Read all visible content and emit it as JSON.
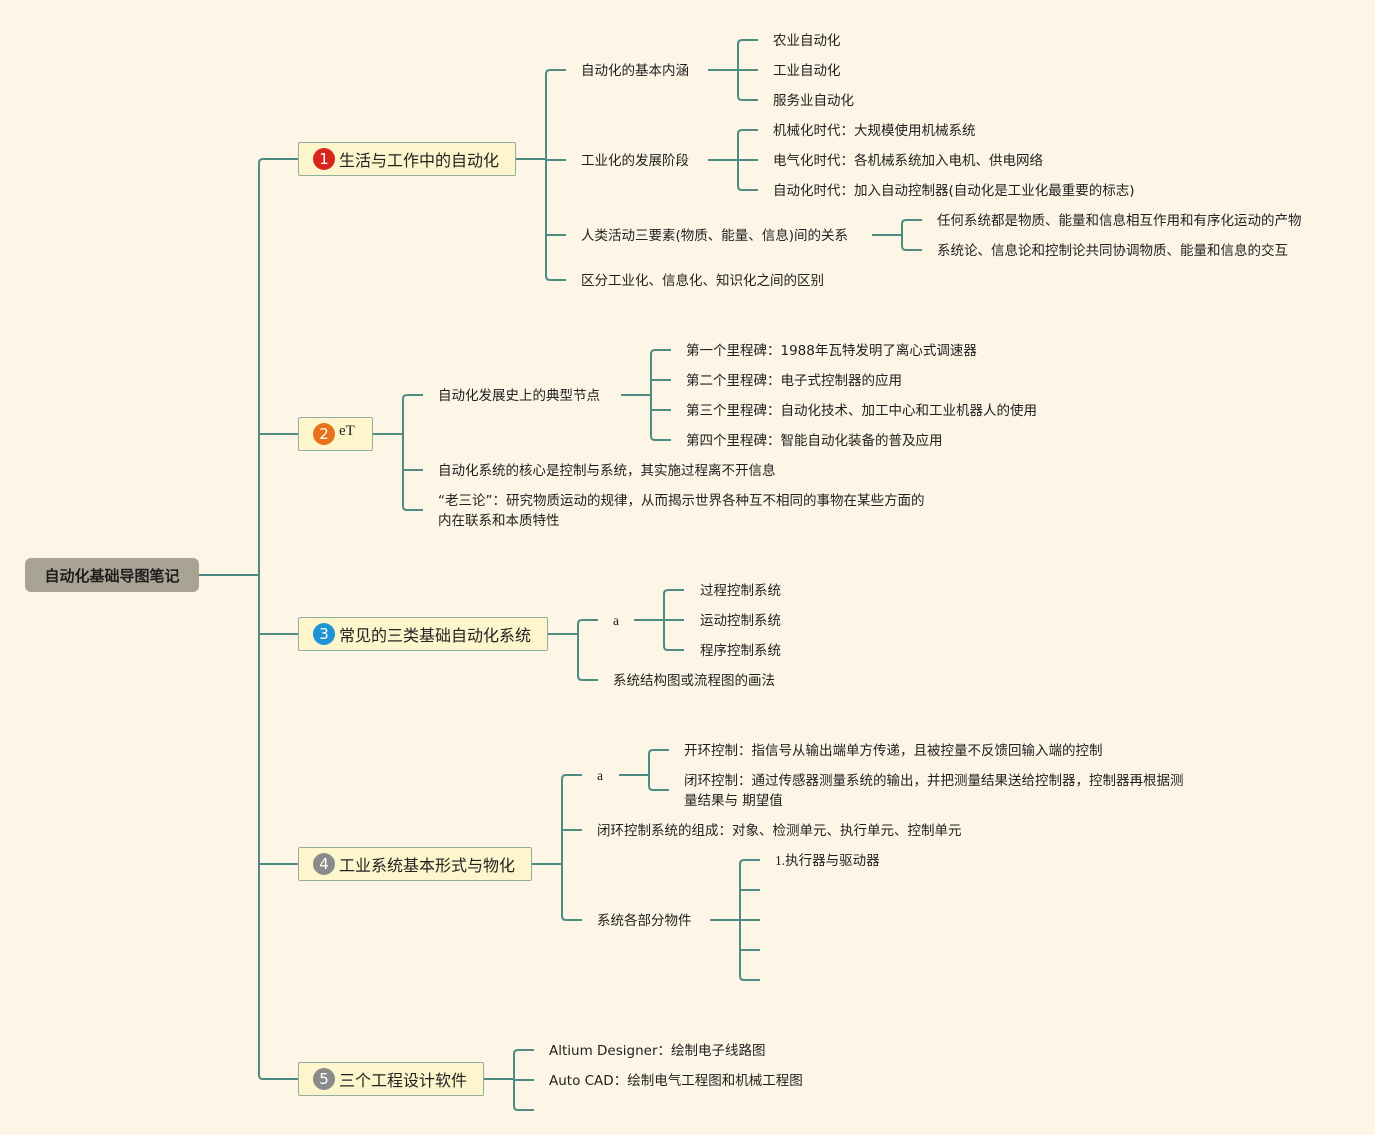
{
  "root": "自动化基础导图笔记",
  "colors": {
    "background": "#fdf5e6",
    "line": "#4d8c80",
    "root_fill": "#a9a394",
    "branch_fill": "#fdf5cc",
    "badge1": "#d9261c",
    "badge2": "#e8711c",
    "badge3": "#1e94d6",
    "badge4": "#8a8a8a",
    "badge5": "#8a8a8a"
  },
  "branches": [
    {
      "num": "1",
      "label": "生活与工作中的自动化",
      "children": [
        {
          "label": "自动化的基本内涵",
          "children": [
            "农业自动化",
            "工业自动化",
            "服务业自动化"
          ]
        },
        {
          "label": "工业化的发展阶段",
          "children": [
            "机械化时代：大规模使用机械系统",
            "电气化时代：各机械系统加入电机、供电网络",
            "自动化时代：加入自动控制器(自动化是工业化最重要的标志)"
          ]
        },
        {
          "label": "人类活动三要素(物质、能量、信息)间的关系",
          "children": [
            "任何系统都是物质、能量和信息相互作用和有序化运动的产物",
            "系统论、信息论和控制论共同协调物质、能量和信息的交互"
          ]
        },
        {
          "label": "区分工业化、信息化、知识化之间的区别"
        }
      ]
    },
    {
      "num": "2",
      "label": "eT",
      "children": [
        {
          "label": "自动化发展史上的典型节点",
          "children": [
            "第一个里程碑：1988年瓦特发明了离心式调速器",
            "第二个里程碑：电子式控制器的应用",
            "第三个里程碑：自动化技术、加工中心和工业机器人的使用",
            "第四个里程碑：智能自动化装备的普及应用"
          ]
        },
        {
          "label": "自动化系统的核心是控制与系统，其实施过程离不开信息"
        },
        {
          "label": "“老三论”：研究物质运动的规律，从而揭示世界各种互不相同的事物在某些方面的内在联系和本质特性"
        }
      ]
    },
    {
      "num": "3",
      "label": "常见的三类基础自动化系统",
      "children": [
        {
          "label": "a",
          "children": [
            "过程控制系统",
            "运动控制系统",
            "程序控制系统"
          ]
        },
        {
          "label": "系统结构图或流程图的画法"
        }
      ]
    },
    {
      "num": "4",
      "label": "工业系统基本形式与物化",
      "children": [
        {
          "label": "a",
          "children": [
            "开环控制：指信号从输出端单方传递，且被控量不反馈回输入端的控制",
            "闭环控制：通过传感器测量系统的输出，并把测量结果送给控制器，控制器再根据测量结果与 期望值"
          ]
        },
        {
          "label": "闭环控制系统的组成：对象、检测单元、执行单元、控制单元"
        },
        {
          "label": "系统各部分物件",
          "children": [
            "1.执行器与驱动器",
            "",
            "",
            "",
            ""
          ]
        }
      ]
    },
    {
      "num": "5",
      "label": "三个工程设计软件",
      "children": [
        {
          "label": "Altium Designer：绘制电子线路图"
        },
        {
          "label": "Auto CAD：绘制电气工程图和机械工程图"
        },
        {
          "label": ""
        }
      ]
    }
  ]
}
